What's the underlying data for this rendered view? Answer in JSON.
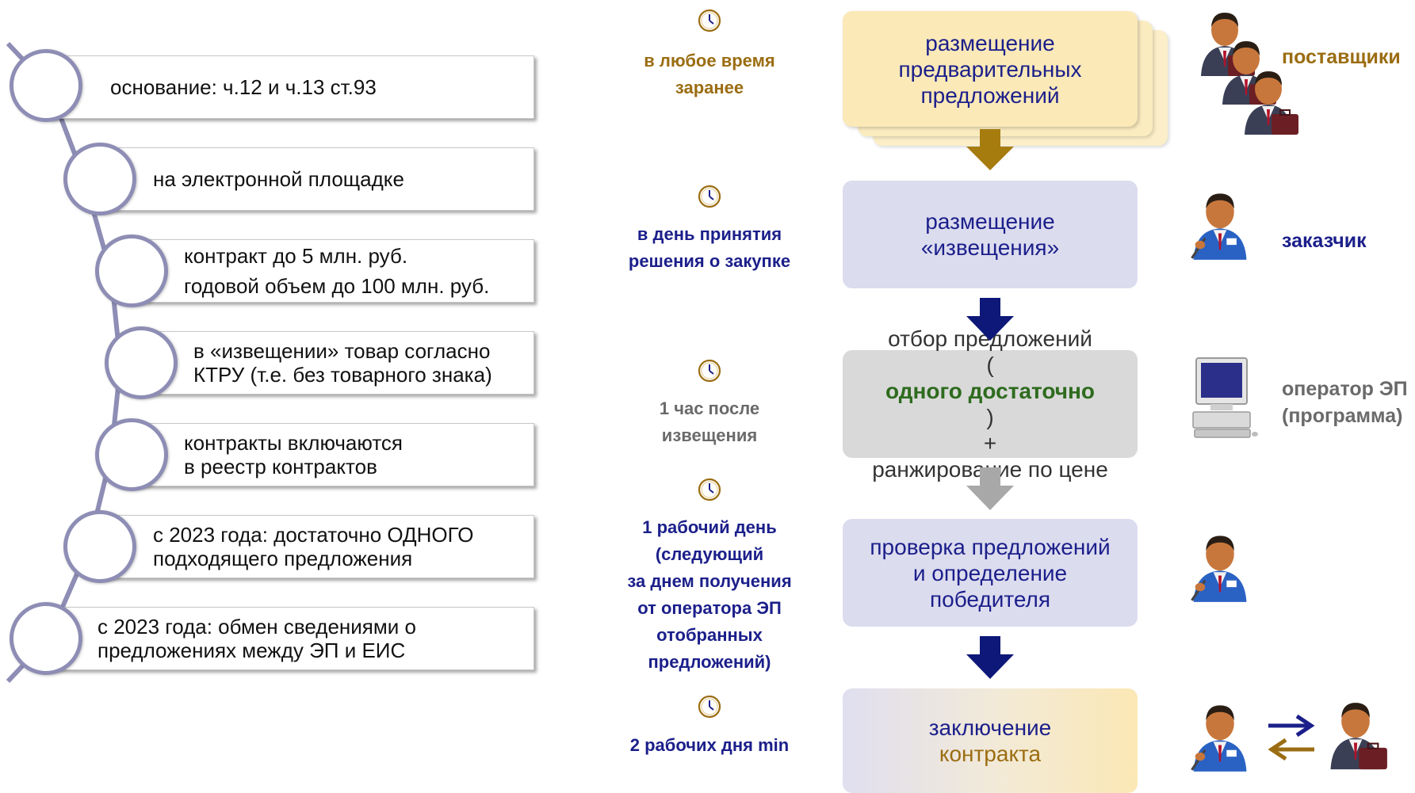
{
  "left_list": {
    "items": [
      {
        "lines": [
          "основание: ч.12 и ч.13 ст.93"
        ]
      },
      {
        "lines": [
          "на электронной площадке"
        ]
      },
      {
        "lines": [
          "контракт до 5 млн. руб.",
          "годовой объем до 100 млн. руб."
        ]
      },
      {
        "lines": [
          "в «извещении» товар согласно",
          "КТРУ (т.е. без товарного знака)"
        ]
      },
      {
        "lines": [
          "контракты включаются",
          "в реестр контрактов"
        ]
      },
      {
        "lines": [
          "с 2023 года: достаточно ОДНОГО",
          "подходящего предложения"
        ]
      },
      {
        "lines": [
          "с 2023 года: обмен сведениями о",
          "предложениях между ЭП и ЕИС"
        ]
      }
    ]
  },
  "timeline": [
    {
      "lines": [
        "в любое время",
        "заранее"
      ],
      "color": "#9b6d12"
    },
    {
      "lines": [
        "в день принятия",
        "решения о закупке"
      ],
      "color": "#1b1f8a"
    },
    {
      "lines": [
        "1 час после",
        "извещения"
      ],
      "color": "#6a6a6a"
    },
    {
      "lines": [
        "1 рабочий день",
        "(следующий",
        "за днем получения",
        "от оператора ЭП",
        "отобранных",
        "предложений)"
      ],
      "color": "#1b1f8a"
    },
    {
      "lines": [
        "2 рабочих дня min"
      ],
      "color": "#1b1f8a"
    }
  ],
  "steps": {
    "s1": {
      "lines": [
        "размещение",
        "предварительных",
        "предложений"
      ]
    },
    "s2": {
      "lines": [
        "размещение",
        "«извещения»"
      ]
    },
    "s3": {
      "line1": "отбор предложений",
      "line2_open": "(",
      "line2_bold": "одного достаточно",
      "line2_close": ")",
      "line3": "+",
      "line4": "ранжирование по цене"
    },
    "s4": {
      "lines": [
        "проверка предложений",
        "и определение",
        "победителя"
      ]
    },
    "s5": {
      "part1": "заключение ",
      "part2": "контракта"
    }
  },
  "actors": {
    "suppliers": "поставщики",
    "customer": "заказчик",
    "operator": [
      "оператор ЭП",
      "(программа)"
    ]
  },
  "icons": [
    "clock-icon",
    "businessman-with-briefcase-icon",
    "customer-with-pen-icon",
    "computer-icon",
    "exchange-arrows-icon"
  ],
  "colors": {
    "navy": "#1b1f8a",
    "brown": "#9b6d12",
    "grey": "#6a6a6a",
    "green": "#2e6b1e",
    "bubble_border": "#8d8db5",
    "step_lavender": "#dcdcef",
    "step_grey": "#d9d9d9",
    "step_cream": "#fbe9b8",
    "arrow_navy": "#0e1878",
    "arrow_gold": "#a77c0f",
    "arrow_grey": "#a8a8a8"
  }
}
